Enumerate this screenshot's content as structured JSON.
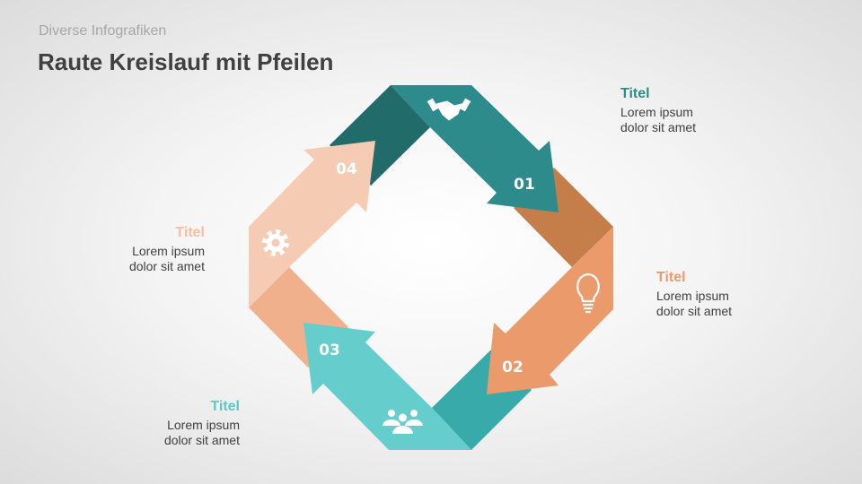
{
  "header": {
    "subtitle": "Diverse Infografiken",
    "title": "Raute Kreislauf mit Pfeilen"
  },
  "steps": [
    {
      "number": "01",
      "title": "Titel",
      "text1": "Lorem ipsum",
      "text2": "dolor sit amet",
      "icon": "handshake-icon",
      "color": "#2E8B8B"
    },
    {
      "number": "02",
      "title": "Titel",
      "text1": "Lorem ipsum",
      "text2": "dolor sit amet",
      "icon": "lightbulb-icon",
      "color": "#EB9B6B"
    },
    {
      "number": "03",
      "title": "Titel",
      "text1": "Lorem ipsum",
      "text2": "dolor sit amet",
      "icon": "people-icon",
      "color": "#5CC8C8"
    },
    {
      "number": "04",
      "title": "Titel",
      "text1": "Lorem ipsum",
      "text2": "dolor sit amet",
      "icon": "gear-icon",
      "color": "#F5BFA0"
    }
  ]
}
